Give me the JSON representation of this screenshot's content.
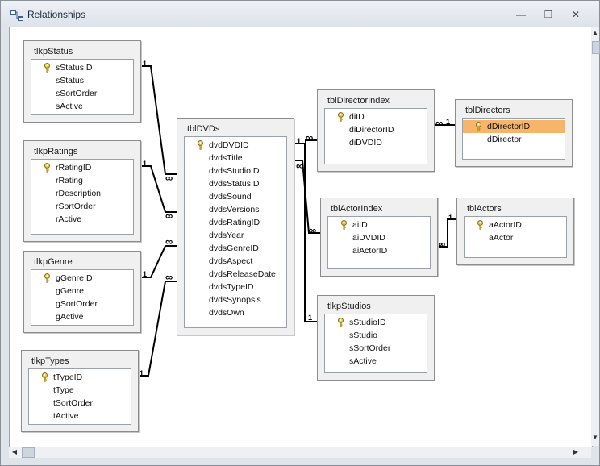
{
  "window": {
    "title": "Relationships"
  },
  "icons": {
    "app": "relationships-icon",
    "minimize": "minimize-icon",
    "restore": "restore-icon",
    "close": "close-icon",
    "key": "primary-key-icon"
  },
  "colors": {
    "selected_field": "#f7b46b",
    "line": "#000000"
  },
  "labels": {
    "one": "1",
    "many": "∞"
  },
  "tables": {
    "tlkpStatus": {
      "name": "tlkpStatus",
      "fields": [
        "sStatusID",
        "sStatus",
        "sSortOrder",
        "sActive"
      ]
    },
    "tlkpRatings": {
      "name": "tlkpRatings",
      "fields": [
        "rRatingID",
        "rRating",
        "rDescription",
        "rSortOrder",
        "rActive"
      ]
    },
    "tlkpGenre": {
      "name": "tlkpGenre",
      "fields": [
        "gGenreID",
        "gGenre",
        "gSortOrder",
        "gActive"
      ]
    },
    "tlkpTypes": {
      "name": "tlkpTypes",
      "fields": [
        "tTypeID",
        "tType",
        "tSortOrder",
        "tActive"
      ]
    },
    "tblDVDs": {
      "name": "tblDVDs",
      "fields": [
        "dvdDVDID",
        "dvdsTitle",
        "dvdsStudioID",
        "dvdsStatusID",
        "dvdsSound",
        "dvdsVersions",
        "dvdsRatingID",
        "dvdsYear",
        "dvdsGenreID",
        "dvdsAspect",
        "dvdsReleaseDate",
        "dvdsTypeID",
        "dvdsSynopsis",
        "dvdsOwn"
      ]
    },
    "tblDirectorIndex": {
      "name": "tblDirectorIndex",
      "fields": [
        "diID",
        "diDirectorID",
        "diDVDID"
      ]
    },
    "tblDirectors": {
      "name": "tblDirectors",
      "fields": [
        "dDirectorID",
        "dDirector"
      ],
      "selected": "dDirectorID"
    },
    "tblActorIndex": {
      "name": "tblActorIndex",
      "fields": [
        "aiID",
        "aiDVDID",
        "aiActorID"
      ]
    },
    "tblActors": {
      "name": "tblActors",
      "fields": [
        "aActorID",
        "aActor"
      ]
    },
    "tlkpStudios": {
      "name": "tlkpStudios",
      "fields": [
        "sStudioID",
        "sStudio",
        "sSortOrder",
        "sActive"
      ]
    }
  }
}
